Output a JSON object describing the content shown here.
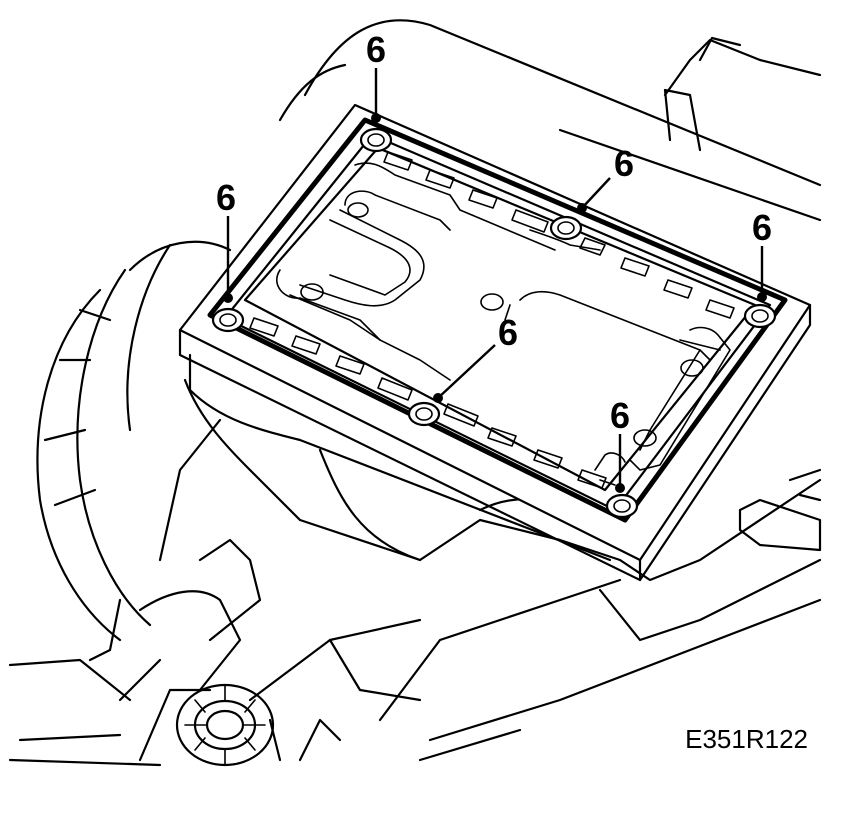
{
  "figure_code": "E351R122",
  "callouts": [
    {
      "id": "a",
      "label": "6"
    },
    {
      "id": "b",
      "label": "6"
    },
    {
      "id": "c",
      "label": "6"
    },
    {
      "id": "d",
      "label": "6"
    },
    {
      "id": "e",
      "label": "6"
    },
    {
      "id": "f",
      "label": "6"
    }
  ]
}
